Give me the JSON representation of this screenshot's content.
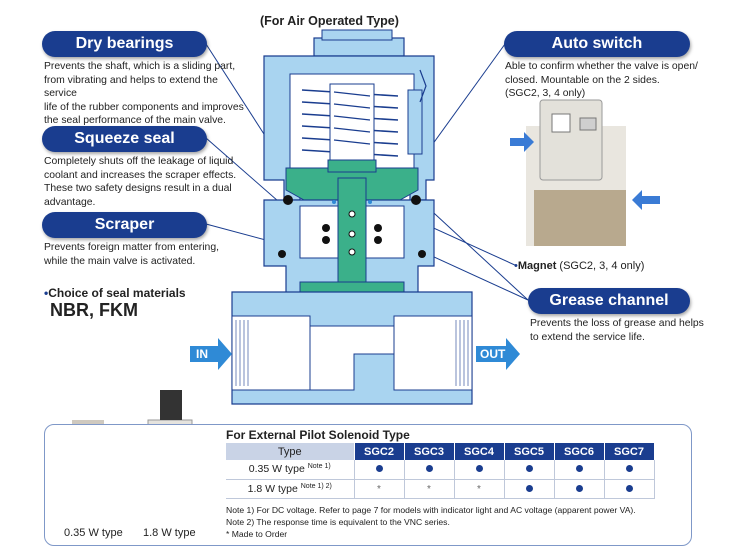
{
  "diagram_title": "(For Air Operated Type)",
  "callouts": {
    "dry_bearings": {
      "title": "Dry bearings",
      "desc": [
        "Prevents the shaft, which is a sliding part,",
        "from vibrating and helps to extend the service",
        "life of the rubber components and improves",
        "the seal performance of the main valve."
      ]
    },
    "squeeze_seal": {
      "title": "Squeeze seal",
      "desc": [
        "Completely shuts off the leakage of liquid",
        "coolant and increases the scraper effects.",
        "These two safety designs result in a dual",
        "advantage."
      ]
    },
    "scraper": {
      "title": "Scraper",
      "desc": [
        "Prevents foreign matter from entering,",
        "while the main valve is activated."
      ]
    },
    "auto_switch": {
      "title": "Auto switch",
      "desc": [
        "Able to confirm whether the valve is open/",
        "closed. Mountable on the 2 sides.",
        "(SGC2, 3, 4 only)"
      ]
    },
    "grease_channel": {
      "title": "Grease channel",
      "desc": [
        "Prevents the loss of grease and helps",
        "to extend the service life."
      ]
    }
  },
  "seal_materials": {
    "label": "Choice of seal materials",
    "value": "NBR, FKM"
  },
  "magnet": {
    "label": "Magnet",
    "note": "(SGC2, 3, 4 only)"
  },
  "flow": {
    "in": "IN",
    "out": "OUT"
  },
  "products": {
    "left_caption": "0.35 W type",
    "right_caption": "1.8 W type"
  },
  "table": {
    "title": "For External Pilot Solenoid Type",
    "header_type": "Type",
    "models": [
      "SGC2",
      "SGC3",
      "SGC4",
      "SGC5",
      "SGC6",
      "SGC7"
    ],
    "rows": [
      {
        "label": "0.35 W type",
        "note": "Note 1)",
        "cells": [
          "dot",
          "dot",
          "dot",
          "dot",
          "dot",
          "dot"
        ]
      },
      {
        "label": "1.8 W type",
        "note": "Note 1) 2)",
        "cells": [
          "ast",
          "ast",
          "ast",
          "dot",
          "dot",
          "dot"
        ]
      }
    ],
    "notes": [
      "Note 1) For DC voltage. Refer to page 7 for models with indicator light and AC voltage (apparent power VA).",
      "Note 2) The response time is equivalent to the VNC series.",
      "* Made to Order"
    ]
  },
  "colors": {
    "navy": "#1a3d8f",
    "body_blue": "#a9d4f0",
    "green": "#3bb08a",
    "arrow_blue": "#2f8ad6"
  }
}
